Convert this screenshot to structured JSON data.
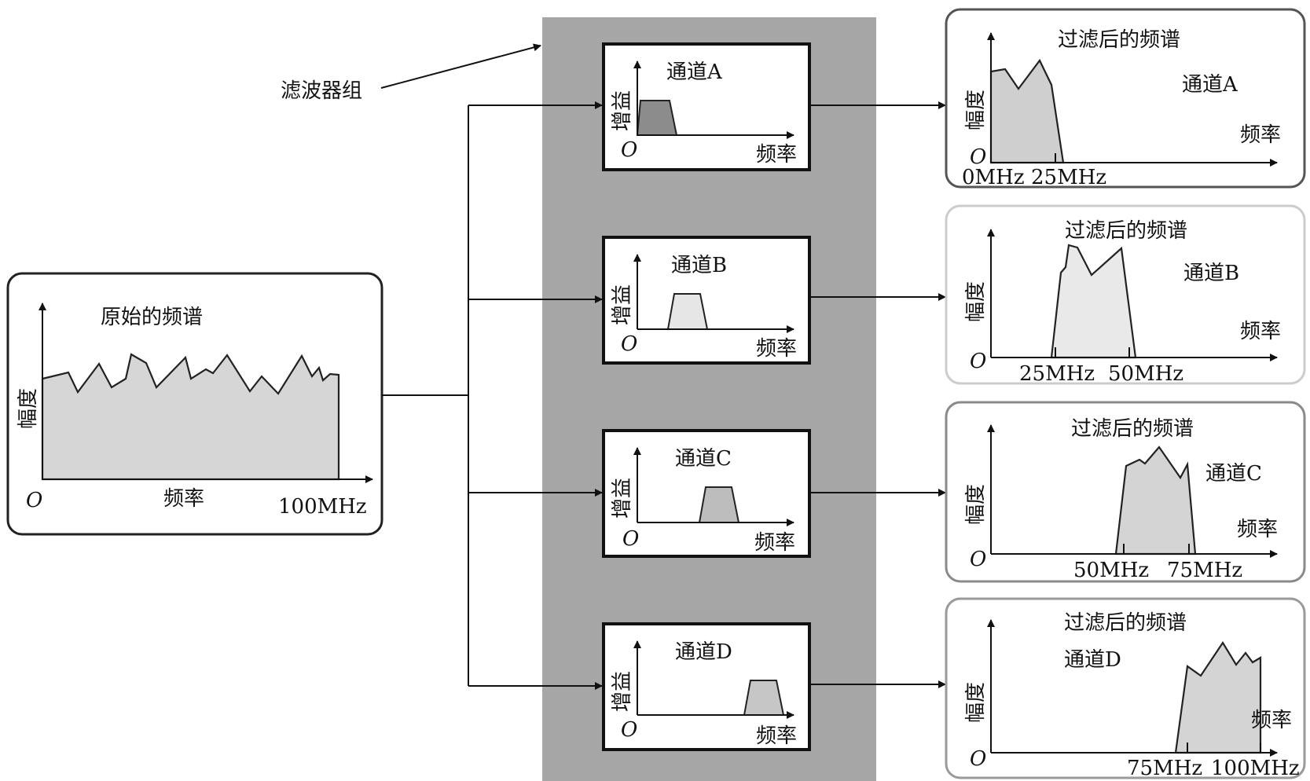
{
  "colors": {
    "bank_bg": "#a6a6a6",
    "original_fill": "#d6d6d6",
    "filter_a_fill": "#8c8c8c",
    "filter_b_fill": "#e6e6e6",
    "filter_c_fill": "#bdbdbd",
    "filter_d_fill": "#c6c6c6",
    "output_a_fill": "#cfcfcf",
    "output_b_fill": "#e9e9e9",
    "output_c_fill": "#d4d4d4",
    "output_d_fill": "#d4d4d4",
    "output_a_border": "#555555",
    "output_b_border": "#cccccc",
    "output_c_border": "#8a8a8a",
    "output_d_border": "#9a9a9a"
  },
  "bank_label": "滤波器组",
  "original": {
    "title": "原始的频谱",
    "ylabel": "幅度",
    "xlabel": "频率",
    "origin": "O",
    "x_end_label": "100MHz"
  },
  "filters": [
    {
      "label": "通道A",
      "ylabel": "增益",
      "xlabel": "频率",
      "origin": "O"
    },
    {
      "label": "通道B",
      "ylabel": "增益",
      "xlabel": "频率",
      "origin": "O"
    },
    {
      "label": "通道C",
      "ylabel": "增益",
      "xlabel": "频率",
      "origin": "O"
    },
    {
      "label": "通道D",
      "ylabel": "增益",
      "xlabel": "频率",
      "origin": "O"
    }
  ],
  "outputs": [
    {
      "title": "过滤后的频谱",
      "channel": "通道A",
      "ylabel": "幅度",
      "xlabel": "频率",
      "origin": "O",
      "tick_labels": [
        "0MHz",
        "25MHz"
      ]
    },
    {
      "title": "过滤后的频谱",
      "channel": "通道B",
      "ylabel": "幅度",
      "xlabel": "频率",
      "origin": "O",
      "tick_labels": [
        "25MHz",
        "50MHz"
      ]
    },
    {
      "title": "过滤后的频谱",
      "channel": "通道C",
      "ylabel": "幅度",
      "xlabel": "频率",
      "origin": "O",
      "tick_labels": [
        "50MHz",
        "75MHz"
      ]
    },
    {
      "title": "过滤后的频谱",
      "channel": "通道D",
      "ylabel": "幅度",
      "xlabel": "频率",
      "origin": "O",
      "tick_labels": [
        "75MHz",
        "100MHz"
      ]
    }
  ]
}
